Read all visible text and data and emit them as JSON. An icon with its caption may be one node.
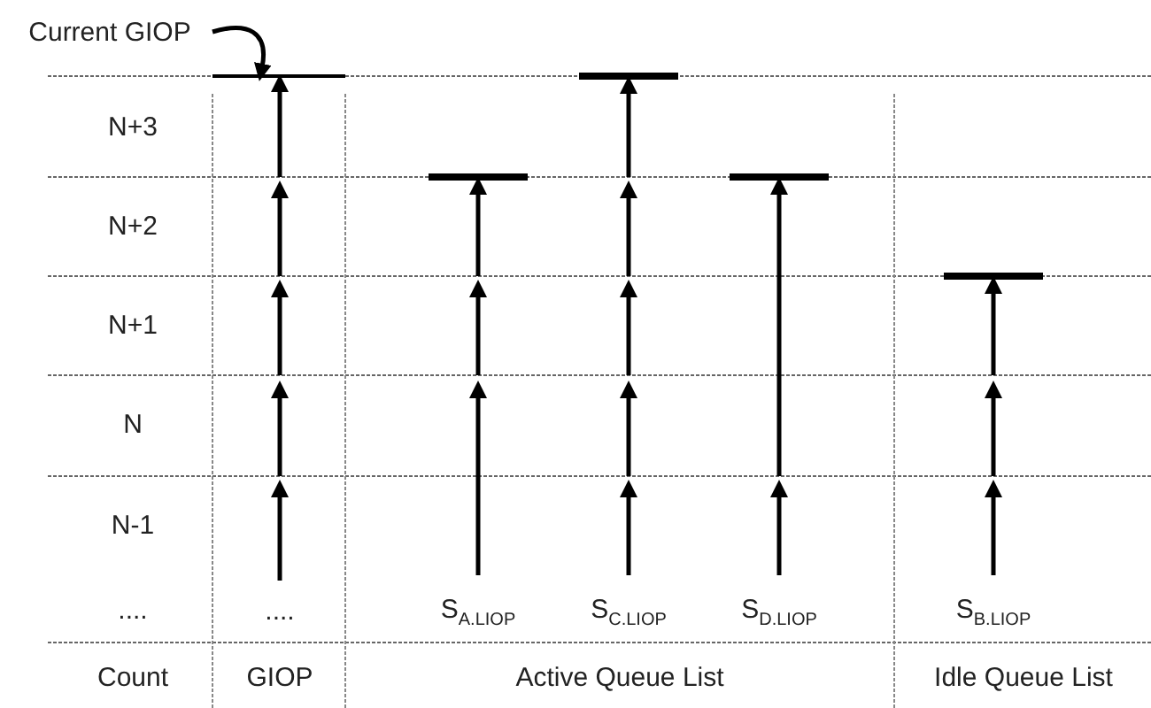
{
  "diagram": {
    "nodes": [
      {
        "text": [
          "Current GIOP"
        ]
      },
      {
        "text": [],
        "shape": "bar"
      },
      {
        "text": [],
        "shape": "bar"
      },
      {
        "text": [],
        "shape": "bar"
      },
      {
        "text": [],
        "shape": "bar"
      },
      {
        "text": [],
        "shape": "bar"
      },
      {
        "text": [
          "...."
        ]
      },
      {
        "text": [
          "S$_{A.LIOP}$"
        ]
      },
      {
        "text": [
          "S$_{C.LIOP}$"
        ]
      },
      {
        "text": [
          "S$_{D.LIOP}$"
        ]
      },
      {
        "text": [
          "S$_{B.LIOP}$"
        ]
      }
    ],
    "edges": [
      {
        "from": 0,
        "to": 1,
        "arrow": "to"
      },
      {
        "from": 6,
        "to": null,
        "arrow": "to"
      },
      {
        "from": null,
        "to": 1,
        "arrow": "to"
      },
      {
        "from": 7,
        "to": null,
        "arrow": "to"
      },
      {
        "from": null,
        "to": 3,
        "arrow": "to"
      },
      {
        "from": 8,
        "to": null,
        "arrow": "to"
      },
      {
        "from": null,
        "to": 2,
        "arrow": "to"
      },
      {
        "from": 9,
        "to": null,
        "arrow": "to"
      },
      {
        "from": null,
        "to": 4,
        "arrow": "to"
      },
      {
        "from": 10,
        "to": null,
        "arrow": "to"
      },
      {
        "from": null,
        "to": 5,
        "arrow": "to"
      }
    ],
    "labels": [
      "N+3",
      "N+2",
      "N+1",
      "N",
      "N-1",
      "....",
      "Count",
      "GIOP",
      "Active Queue List",
      "Idle Queue List"
    ]
  }
}
